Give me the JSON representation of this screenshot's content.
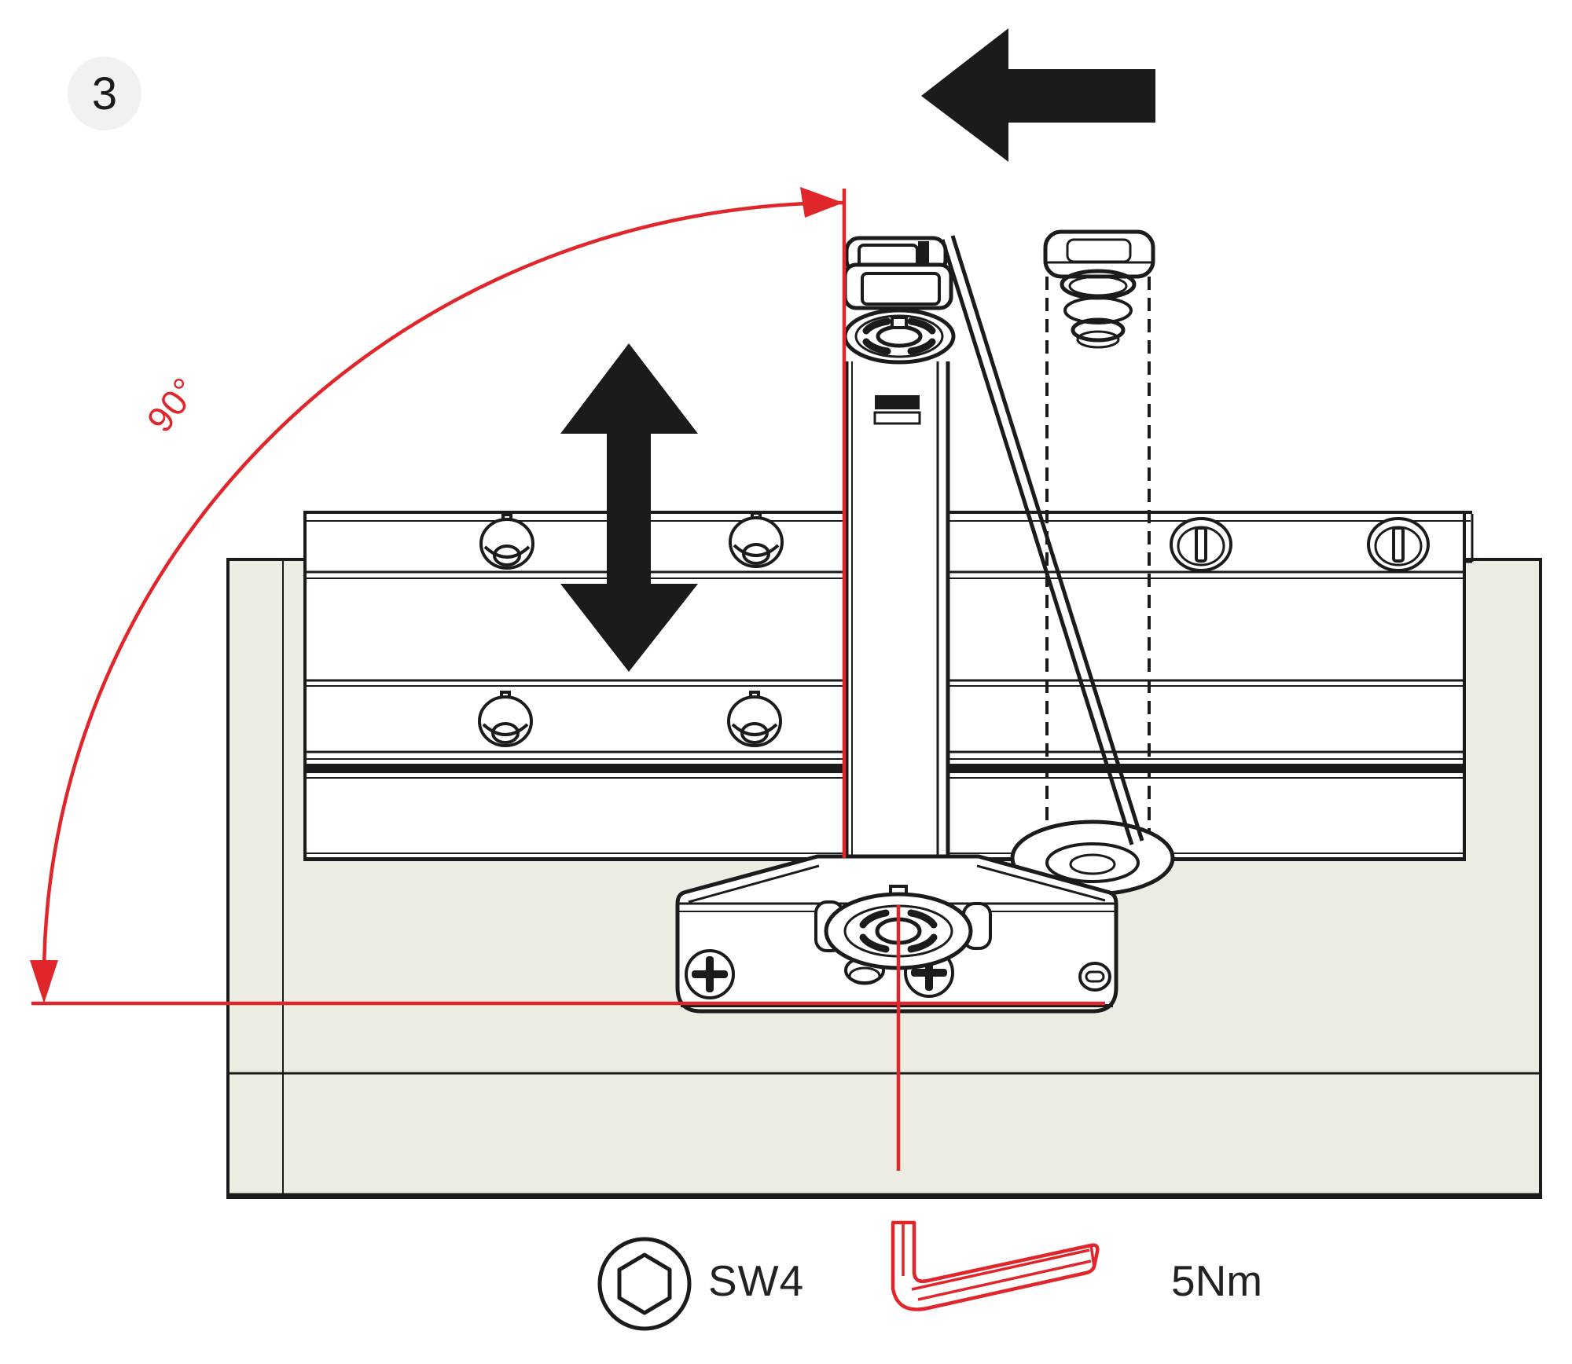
{
  "step_badge": {
    "number": "3"
  },
  "labels": {
    "angle": "90°",
    "hex_size": "SW4",
    "torque": "5Nm"
  },
  "colors": {
    "accent_red": "#E0262B",
    "line": "#1B1B1B",
    "board_fill": "#EDECE3",
    "badge_fill": "#F1F1F1",
    "canvas": "#FFFFFF"
  },
  "icons": {
    "push_direction": "arrow-left",
    "height_adjust": "arrow-up-down",
    "rotation_reference": "arc-with-arrowheads",
    "tool_socket": "hex-socket",
    "tool_key": "allen-key"
  }
}
